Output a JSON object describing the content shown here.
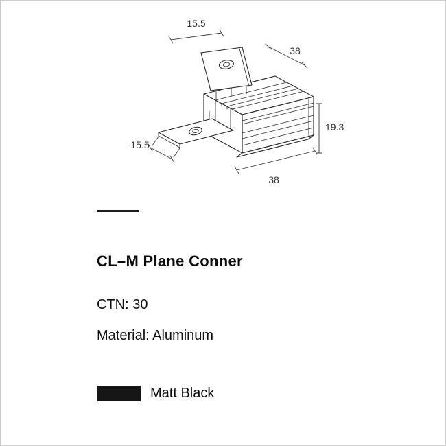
{
  "page": {
    "background": "#ffffff",
    "border_color": "#cccccc"
  },
  "drawing": {
    "description": "isometric-technical-drawing-of-plane-connector",
    "line_color": "#262626",
    "dim_color": "#3a3a3a",
    "dims": {
      "top_tab_width": "15.5",
      "depth": "38",
      "height": "19.3",
      "side_tab_width": "15.5",
      "length": "38"
    }
  },
  "product": {
    "title": "CL–M Plane Conner",
    "ctn": "CTN: 30",
    "material": "Material: Aluminum"
  },
  "finish": {
    "label": "Matt Black",
    "swatch_color": "#161616"
  }
}
